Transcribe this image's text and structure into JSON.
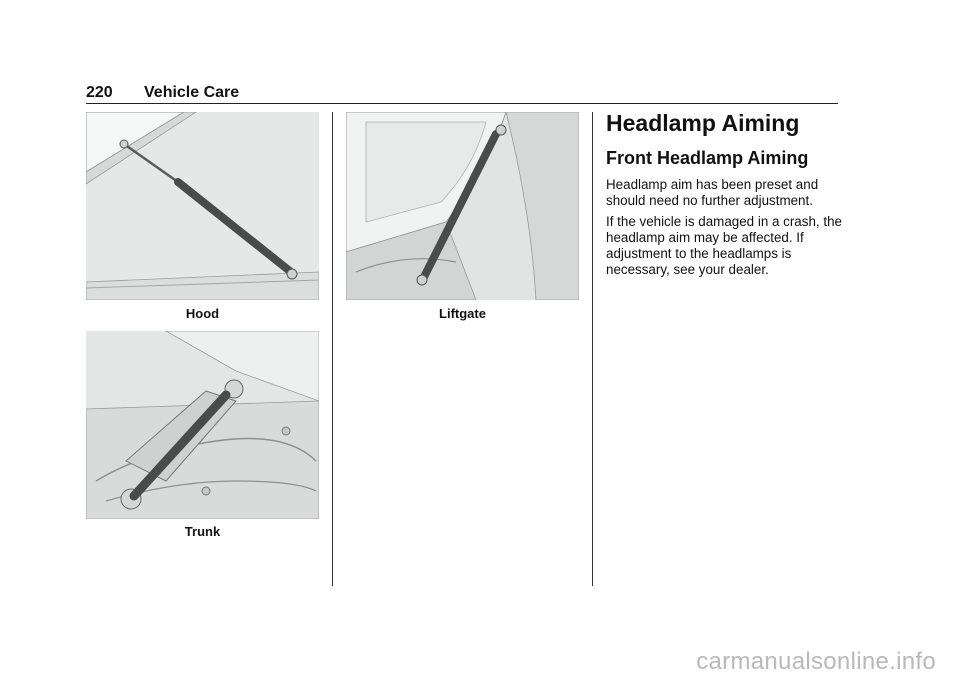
{
  "header": {
    "page_number": "220",
    "section_title": "Vehicle Care"
  },
  "figures": {
    "hood": {
      "caption": "Hood"
    },
    "trunk": {
      "caption": "Trunk"
    },
    "liftgate": {
      "caption": "Liftgate"
    }
  },
  "content": {
    "heading": "Headlamp Aiming",
    "subheading": "Front Headlamp Aiming",
    "paragraphs": [
      "Headlamp aim has been preset and should need no further adjustment.",
      "If the vehicle is damaged in a crash, the headlamp aim may be affected. If adjustment to the headlamps is necessary, see your dealer."
    ]
  },
  "watermark": "carmanualsonline.info"
}
